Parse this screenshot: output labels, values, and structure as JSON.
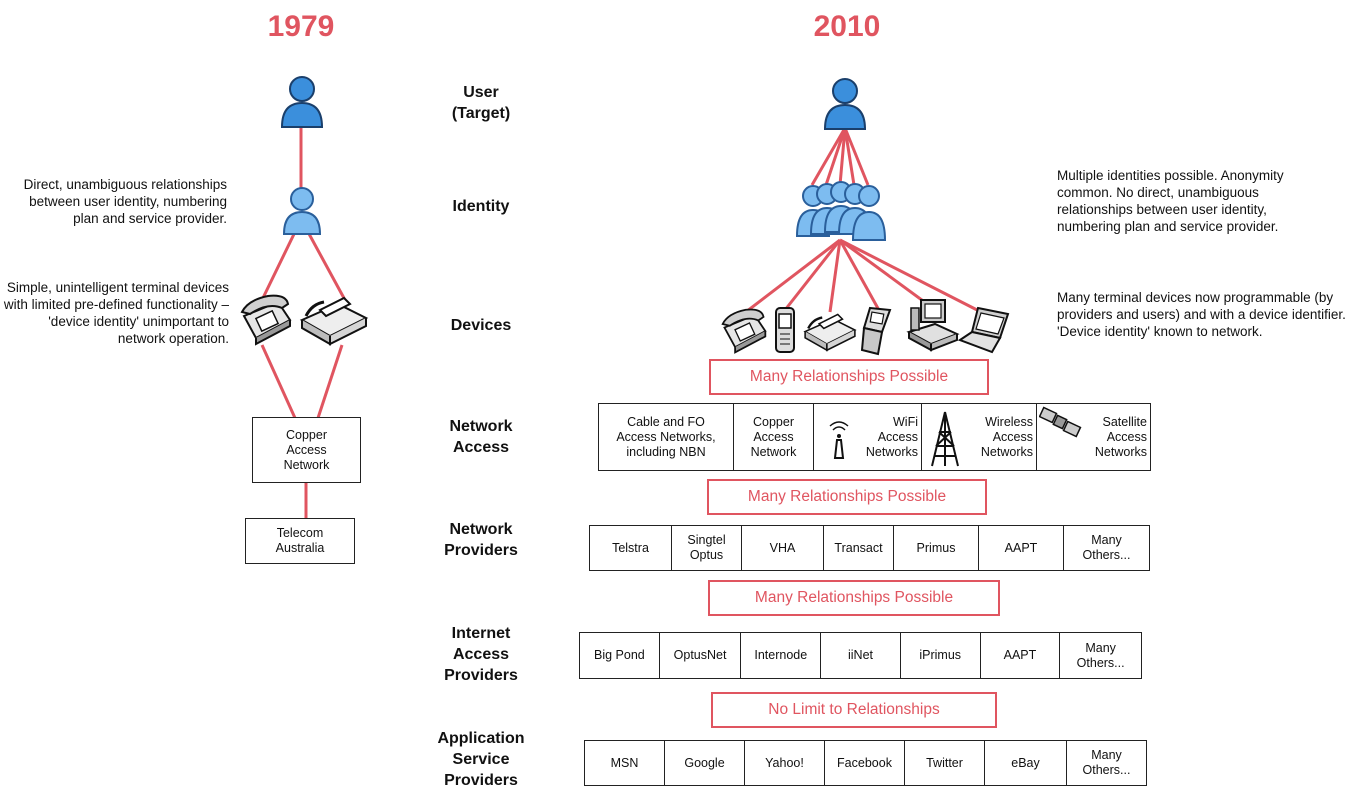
{
  "years": {
    "left": "1979",
    "right": "2010"
  },
  "layers": {
    "user": "User\n(Target)",
    "identity": "Identity",
    "devices": "Devices",
    "network_access": "Network\nAccess",
    "network_providers": "Network\nProviders",
    "internet_access_providers": "Internet\nAccess\nProviders",
    "application_service_providers": "Application\nService\nProviders"
  },
  "notes_1979": {
    "identity": "Direct, unambiguous relationships between user identity, numbering plan and service provider.",
    "devices": "Simple, unintelligent terminal devices with limited pre-defined functionality – 'device identity' unimportant to network operation."
  },
  "notes_2010": {
    "identity": "Multiple identities possible. Anonymity common. No direct, unambiguous relationships between user identity, numbering plan and service provider.",
    "devices": "Many terminal devices now programmable (by providers and users) and with a device identifier. 'Device identity' known to network."
  },
  "boxes_1979": {
    "access": "Copper\nAccess\nNetwork",
    "provider": "Telecom\nAustralia"
  },
  "relationships": {
    "devices_access": "Many Relationships Possible",
    "access_providers": "Many Relationships Possible",
    "providers_isp": "Many Relationships Possible",
    "isp_asp": "No Limit to Relationships"
  },
  "network_access": [
    {
      "label": "Cable and FO\nAccess Networks,\nincluding NBN",
      "icon": ""
    },
    {
      "label": "Copper\nAccess\nNetwork",
      "icon": ""
    },
    {
      "label": "WiFi\nAccess\nNetworks",
      "icon": "wifi-antenna-icon"
    },
    {
      "label": "Wireless\nAccess\nNetworks",
      "icon": "radio-tower-icon"
    },
    {
      "label": "Satellite\nAccess\nNetworks",
      "icon": "satellite-icon"
    }
  ],
  "network_providers": [
    "Telstra",
    "Singtel\nOptus",
    "VHA",
    "Transact",
    "Primus",
    "AAPT",
    "Many\nOthers..."
  ],
  "internet_access_providers": [
    "Big Pond",
    "OptusNet",
    "Internode",
    "iiNet",
    "iPrimus",
    "AAPT",
    "Many\nOthers..."
  ],
  "application_service_providers": [
    "MSN",
    "Google",
    "Yahoo!",
    "Facebook",
    "Twitter",
    "eBay",
    "Many\nOthers..."
  ],
  "device_icons_1979": [
    "telephone-icon",
    "fax-icon"
  ],
  "device_icons_2010": [
    "telephone-icon",
    "mobile-phone-icon",
    "fax-icon",
    "flip-phone-icon",
    "desktop-computer-icon",
    "laptop-icon"
  ],
  "colors": {
    "accent_red": "#e05560",
    "person_blue": "#3b8fdc"
  }
}
